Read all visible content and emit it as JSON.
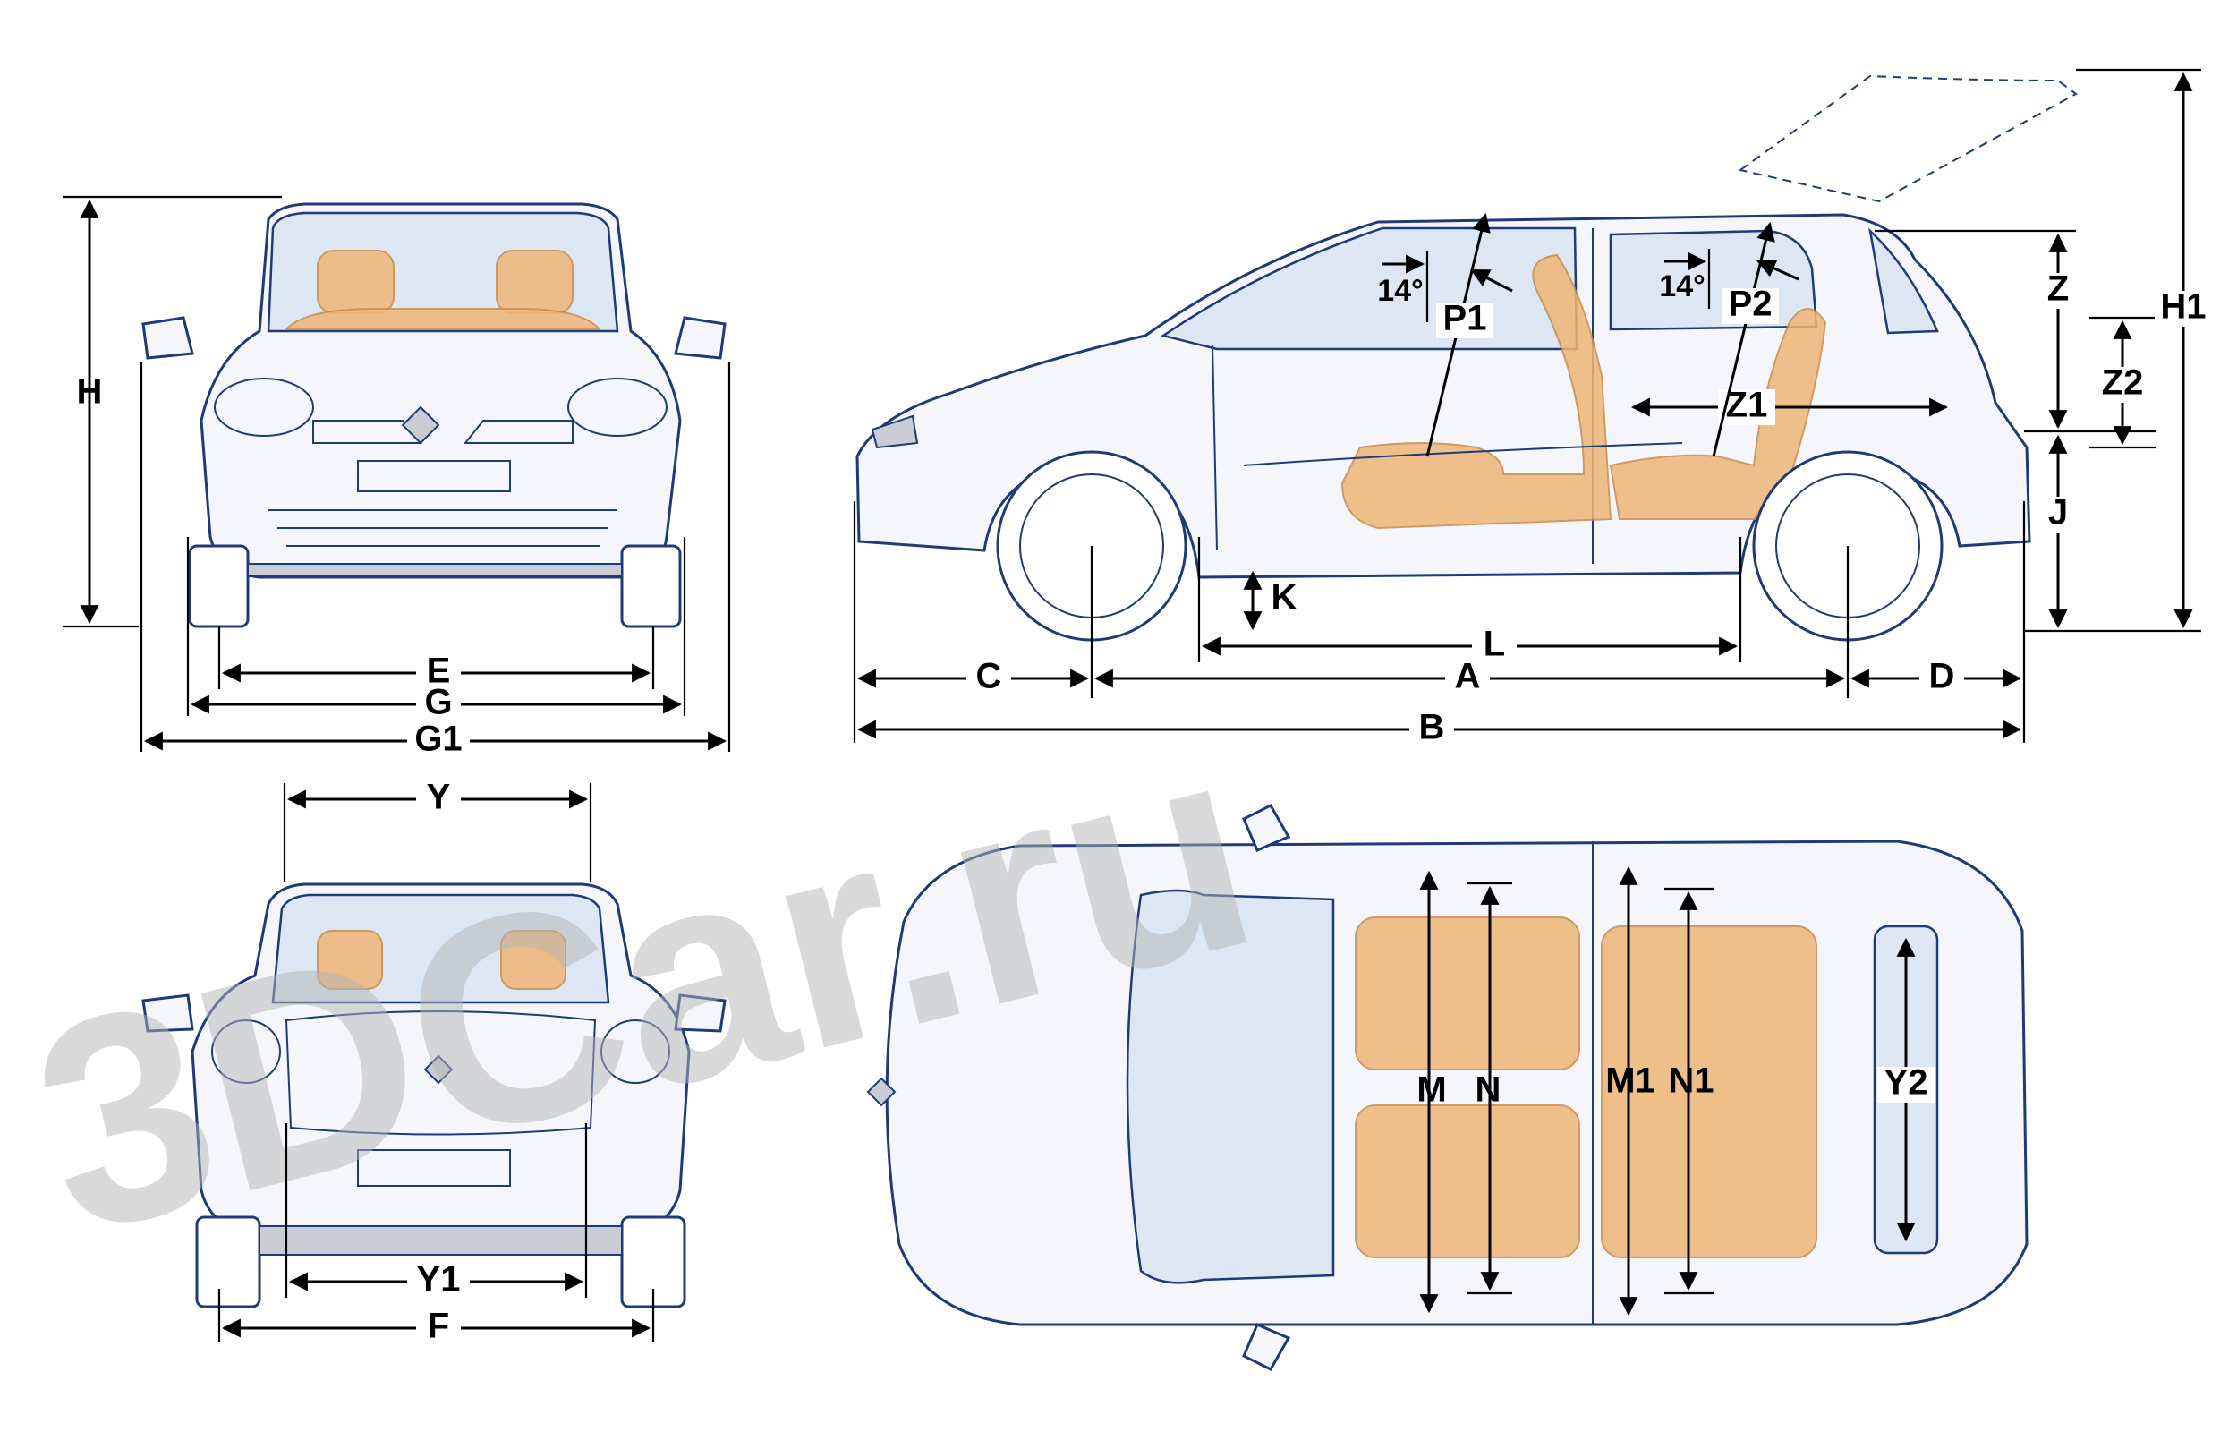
{
  "watermark": "3DCar.ru",
  "labels": {
    "H": "H",
    "E": "E",
    "G": "G",
    "G1": "G1",
    "Y": "Y",
    "Y1": "Y1",
    "F": "F",
    "C": "C",
    "A": "A",
    "D": "D",
    "B": "B",
    "K": "K",
    "L": "L",
    "J": "J",
    "Z": "Z",
    "Z1": "Z1",
    "Z2": "Z2",
    "H1": "H1",
    "P1": "P1",
    "P2": "P2",
    "angle_front": "14°",
    "angle_rear": "14°",
    "M": "M",
    "N": "N",
    "M1": "M1",
    "N1": "N1",
    "Y2": "Y2"
  },
  "colors": {
    "outline": "#1f3a78",
    "seat": "#efb676",
    "glass": "#dde7f4",
    "dimension": "#000000",
    "watermark": "#b5b5b5"
  }
}
